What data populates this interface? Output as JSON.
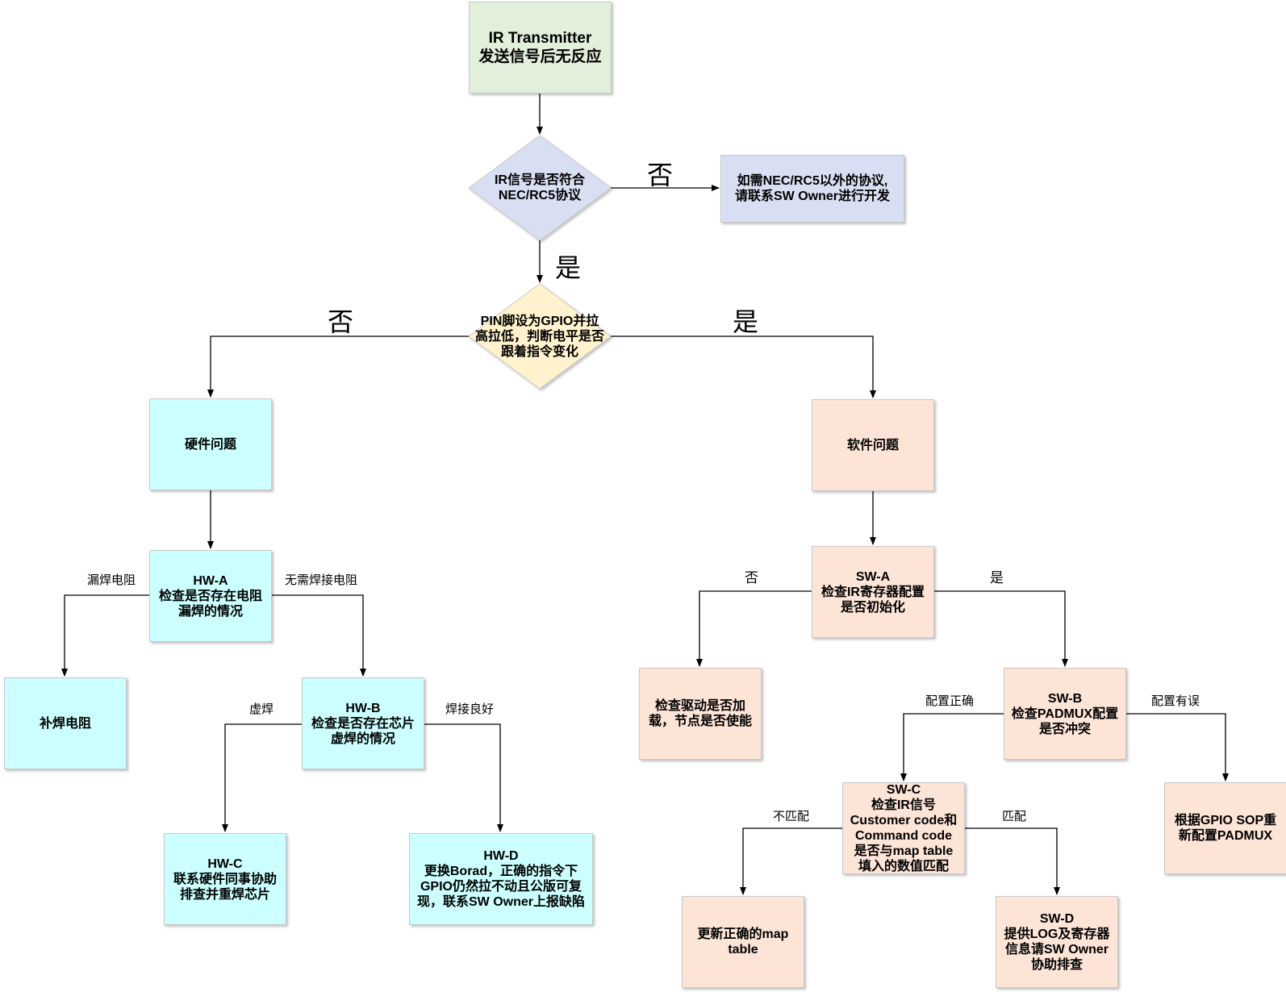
{
  "nodes": {
    "start": "IR Transmitter\n发送信号后无反应",
    "q_protocol": "IR信号是否符合\nNEC/RC5协议",
    "other_protocol": "如需NEC/RC5以外的协议,\n请联系SW Owner进行开发",
    "q_gpio": "PIN脚设为GPIO并拉\n高拉低，判断电平是否\n跟着指令变化",
    "hw_issue": "硬件问题",
    "sw_issue": "软件问题",
    "hw_a": "HW-A\n检查是否存在电阻\n漏焊的情况",
    "resolder": "补焊电阻",
    "hw_b": "HW-B\n检查是否存在芯片\n虚焊的情况",
    "hw_c": "HW-C\n联系硬件同事协助\n排查并重焊芯片",
    "hw_d": "HW-D\n更换Borad，正确的指令下\nGPIO仍然拉不动且公版可复\n现，联系SW Owner上报缺陷",
    "sw_a": "SW-A\n检查IR寄存器配置\n是否初始化",
    "check_driver": "检查驱动是否加\n载，节点是否使能",
    "sw_b": "SW-B\n检查PADMUX配置\n是否冲突",
    "sw_c": "SW-C\n检查IR信号\nCustomer code和\nCommand code\n是否与map table\n填入的数值匹配",
    "reconfig_padmux": "根据GPIO SOP重\n新配置PADMUX",
    "update_map": "更新正确的map\ntable",
    "sw_d": "SW-D\n提供LOG及寄存器\n信息请SW Owner\n协助排查"
  },
  "edge_labels": {
    "protocol_no": "否",
    "protocol_yes": "是",
    "gpio_no": "否",
    "gpio_yes": "是",
    "hw_a_missing": "漏焊电阻",
    "hw_a_no_need": "无需焊接电阻",
    "hw_b_cold": "虚焊",
    "hw_b_good": "焊接良好",
    "sw_a_no": "否",
    "sw_a_yes": "是",
    "sw_b_correct": "配置正确",
    "sw_b_wrong": "配置有误",
    "sw_c_mismatch": "不匹配",
    "sw_c_match": "匹配"
  },
  "colors": {
    "start": "#e2efda",
    "decision_protocol": "#d9dff2",
    "decision_gpio": "#fff2cc",
    "hardware": "#ccffff",
    "software": "#fce4d6",
    "line": "#000000"
  }
}
